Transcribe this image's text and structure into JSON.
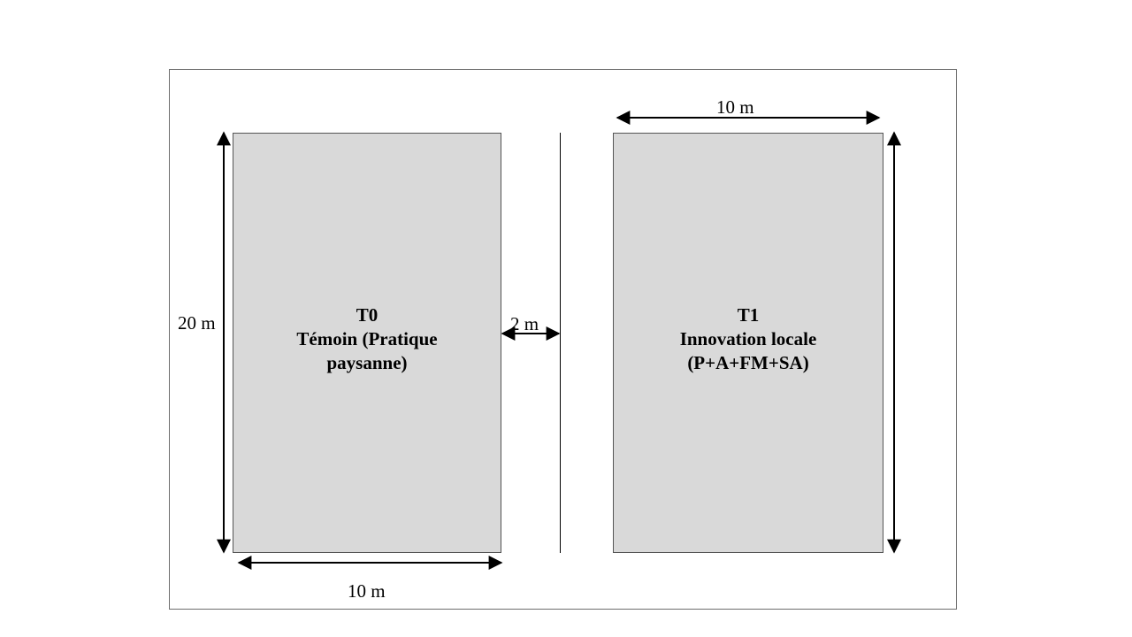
{
  "diagram": {
    "plots": [
      {
        "code": "T0",
        "line1": "Témoin (Pratique",
        "line2": "paysanne)"
      },
      {
        "code": "T1",
        "line1": "Innovation locale",
        "line2": "(P+A+FM+SA)"
      }
    ],
    "dimensions": {
      "left_height": "20 m",
      "gap": "2 m",
      "left_width": "10 m",
      "right_width": "10 m"
    },
    "colors": {
      "plot_fill": "#d9d9d9",
      "line": "#000000",
      "frame": "#6e6e6e"
    }
  }
}
